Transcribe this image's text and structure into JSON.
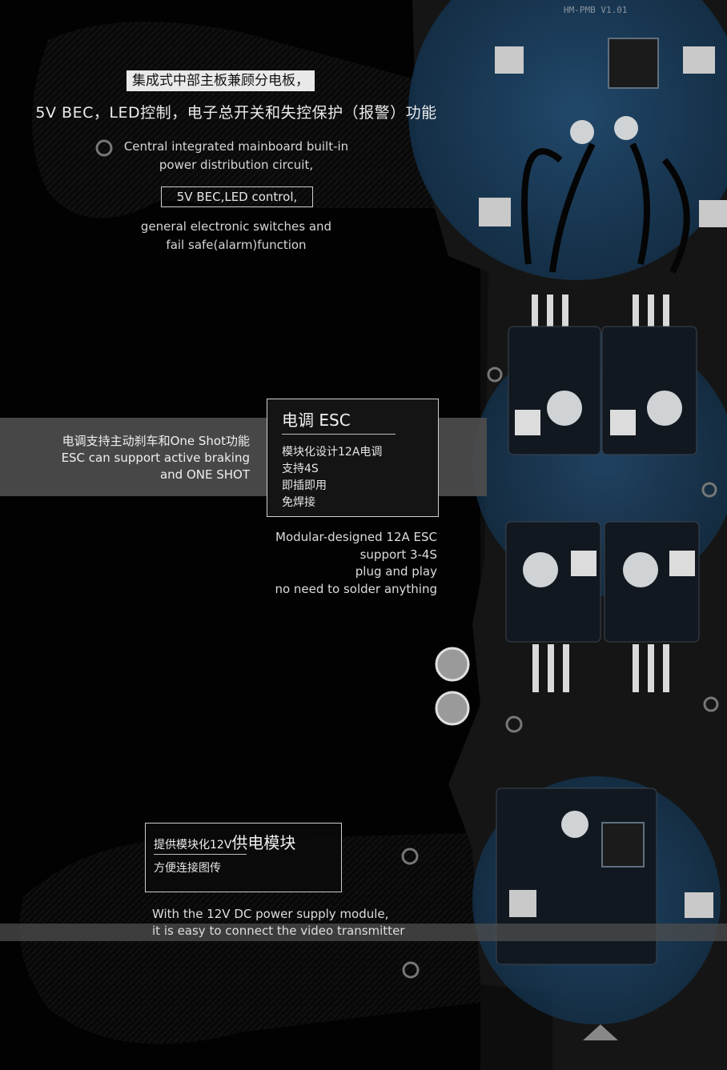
{
  "colors": {
    "background": "#020202",
    "highlight_blue": "#1f4f7e",
    "band_gray": "#4d4d4d",
    "text_light": "#e6e6e6"
  },
  "header": {
    "cn_tag": "集成式中部主板兼顾分电板，",
    "cn_line": "5V BEC，LED控制，电子总开关和失控保护（报警）功能",
    "en_line1": "Central integrated mainboard built-in",
    "en_line2": "power distribution circuit,",
    "en_boxed": "5V BEC,LED control,",
    "en_line3": "general electronic switches and",
    "en_line4": "fail safe(alarm)function"
  },
  "board_labels": {
    "pmb_silk": "HM-PMB V1.01"
  },
  "esc": {
    "title": "电调 ESC",
    "features": [
      "模块化设计12A电调",
      "支持4S",
      "即插即用",
      "免焊接"
    ],
    "band_cn": "电调支持主动刹车和One Shot功能",
    "band_en1": "ESC can support active braking",
    "band_en2": "and ONE SHOT",
    "en_lines": [
      "Modular-designed 12A ESC",
      "support 3-4S",
      "plug and play",
      "no need to solder anything"
    ]
  },
  "power": {
    "title_a": "提供模块化12V",
    "title_b": "供电模块",
    "sub": "方便连接图传",
    "en1": "With the 12V DC power supply module,",
    "en2": "it is easy to connect the video transmitter"
  }
}
